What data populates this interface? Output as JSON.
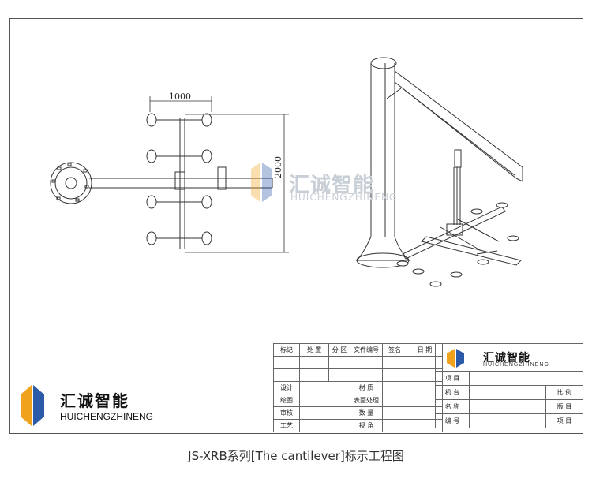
{
  "dimensions": {
    "width_label": "1000",
    "height_label": "2000"
  },
  "watermark": {
    "brand_cn": "汇诚智能",
    "brand_en": "HUICHENGZHINENG"
  },
  "company_logo": {
    "name_cn": "汇诚智能",
    "name_en": "HUICHENGZHINENG"
  },
  "title_block": {
    "header": [
      "标记",
      "处 置",
      "分 区",
      "文件编号",
      "签名",
      "日 期"
    ],
    "left_labels": [
      "设计",
      "绘图",
      "审核",
      "工艺"
    ],
    "mid_labels": [
      "材 质",
      "表面处理",
      "数 量",
      "视 角"
    ],
    "right_logo_cn": "汇诚智能",
    "right_logo_en": "HUICHENGZHINENG",
    "right_rows": [
      {
        "label": "项 目",
        "side": ""
      },
      {
        "label": "机 台",
        "side": "比 例"
      },
      {
        "label": "名 称",
        "side": "版 目"
      },
      {
        "label": "编 号",
        "side": "项 目"
      }
    ]
  },
  "caption": "JS-XRB系列[The cantilever]标示工程图",
  "colors": {
    "logo_blue": "#2b5aa8",
    "logo_orange": "#f0a21c",
    "line": "#333333",
    "watermark": "#c9cfd6"
  }
}
